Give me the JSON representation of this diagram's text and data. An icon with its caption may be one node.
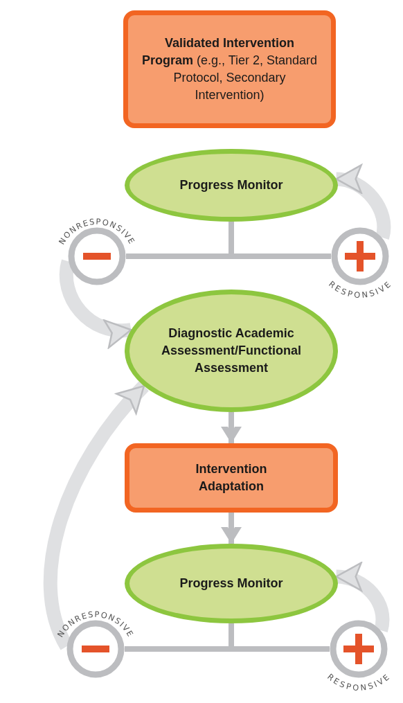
{
  "diagram": {
    "nodes": [
      {
        "text": [
          "**Validated Intervention Program** (e.g., Tier 2, Standard Protocol, Secondary Intervention)"
        ]
      },
      {
        "text": [
          "Progress Monitor"
        ]
      },
      {
        "text": [
          "NONRESPONSIVE"
        ]
      },
      {
        "text": [
          "RESPONSIVE"
        ]
      },
      {
        "text": [
          "Diagnostic Academic Assessment/Functional Assessment"
        ]
      },
      {
        "text": [
          "Intervention Adaptation"
        ]
      },
      {
        "text": [
          "Progress Monitor"
        ]
      },
      {
        "text": [
          "NONRESPONSIVE"
        ]
      },
      {
        "text": [
          "RESPONSIVE"
        ]
      }
    ],
    "edges": [
      {
        "from": 1,
        "to": 2,
        "arrow": "none"
      },
      {
        "from": 1,
        "to": 3,
        "arrow": "none"
      },
      {
        "from": 2,
        "to": 4,
        "arrow": "to",
        "style": "thick"
      },
      {
        "from": 3,
        "to": 1,
        "arrow": "to",
        "style": "thick"
      },
      {
        "from": 4,
        "to": 5,
        "arrow": "to"
      },
      {
        "from": 5,
        "to": 6,
        "arrow": "to"
      },
      {
        "from": 6,
        "to": 7,
        "arrow": "none"
      },
      {
        "from": 6,
        "to": 8,
        "arrow": "none"
      },
      {
        "from": 7,
        "to": 4,
        "arrow": "to",
        "style": "thick"
      },
      {
        "from": 8,
        "to": 6,
        "arrow": "to",
        "style": "thick"
      }
    ]
  }
}
